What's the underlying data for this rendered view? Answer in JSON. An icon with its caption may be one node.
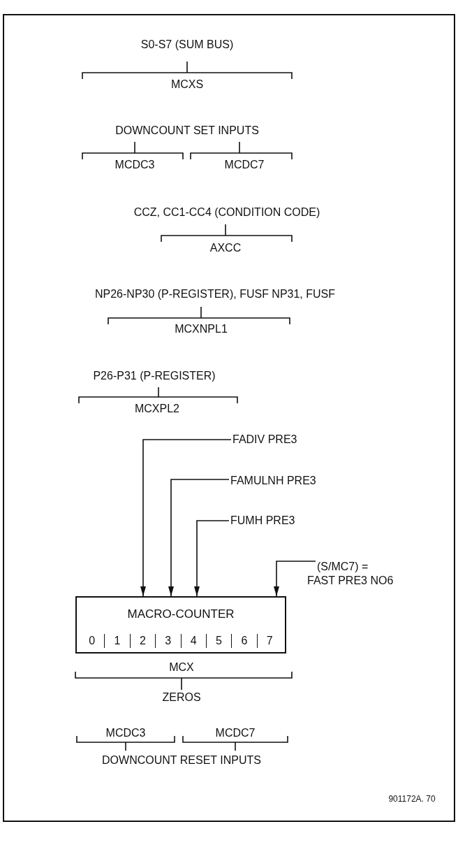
{
  "diagram": {
    "nodes": [
      {
        "text": [
          "MACRO-COUNTER",
          "0",
          "1",
          "2",
          "3",
          "4",
          "5",
          "6",
          "7"
        ]
      },
      {
        "text": [
          "FADIV PRE3"
        ]
      },
      {
        "text": [
          "FAMULNH PRE3"
        ]
      },
      {
        "text": [
          "FUMH PRE3"
        ]
      },
      {
        "text": [
          "(S/MC7) = FAST PRE3 NO6"
        ]
      }
    ],
    "edges": [
      {
        "from": 1,
        "to": 0,
        "arrow": "to"
      },
      {
        "from": 2,
        "to": 0,
        "arrow": "to"
      },
      {
        "from": 3,
        "to": 0,
        "arrow": "to"
      },
      {
        "from": 4,
        "to": 0,
        "arrow": "to"
      }
    ],
    "labels": [
      "S0-S7 (SUM BUS)",
      "MCXS",
      "DOWNCOUNT SET INPUTS",
      "MCDC3",
      "MCDC7",
      "CCZ, CC1-CC4 (CONDITION CODE)",
      "AXCC",
      "NP26-NP30 (P-REGISTER), FUSF NP31, FUSF",
      "MCXNPL1",
      "P26-P31 (P-REGISTER)",
      "MCXPL2",
      "MCX",
      "ZEROS",
      "MCDC3",
      "MCDC7",
      "DOWNCOUNT RESET INPUTS",
      "901172A. 70"
    ]
  }
}
